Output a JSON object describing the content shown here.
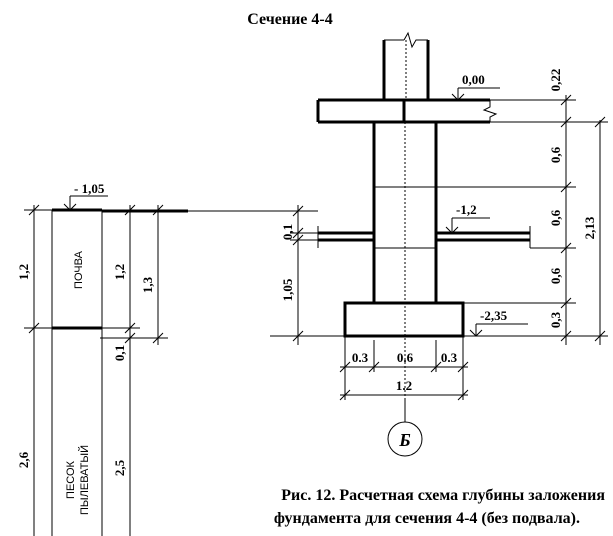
{
  "title": "Сечение 4-4",
  "caption_line1": "Рис. 12. Расчетная схема глубины заложения",
  "caption_line2": "фундамента для сечения 4-4 (без подвала).",
  "marks": {
    "zero": "0,00",
    "ground": "- 1,05",
    "ground_inner": "-1,2",
    "base": "-2,35"
  },
  "soil": {
    "top": "ПОЧВА",
    "bottom_line1": "ПЕСОК",
    "bottom_line2": "ПЫЛЕВАТЫЙ"
  },
  "left_dims": {
    "soil_top": "1,2",
    "soil_bottom": "2,6",
    "inner_top": "1,2",
    "inner_gap": "0,1",
    "inner_bottom": "2,5",
    "outer": "1,3"
  },
  "wall_dims": {
    "gap": "0,1",
    "below": "1,05"
  },
  "right_dims": {
    "d1": "0,22",
    "d2": "0,6",
    "d3": "0,6",
    "d4": "0,6",
    "d5": "0,3",
    "total": "2,13"
  },
  "bottom_dims": {
    "left": "0.3",
    "middle": "0.6",
    "right": "0.3",
    "total": "1.2"
  },
  "axis_label": "Б"
}
